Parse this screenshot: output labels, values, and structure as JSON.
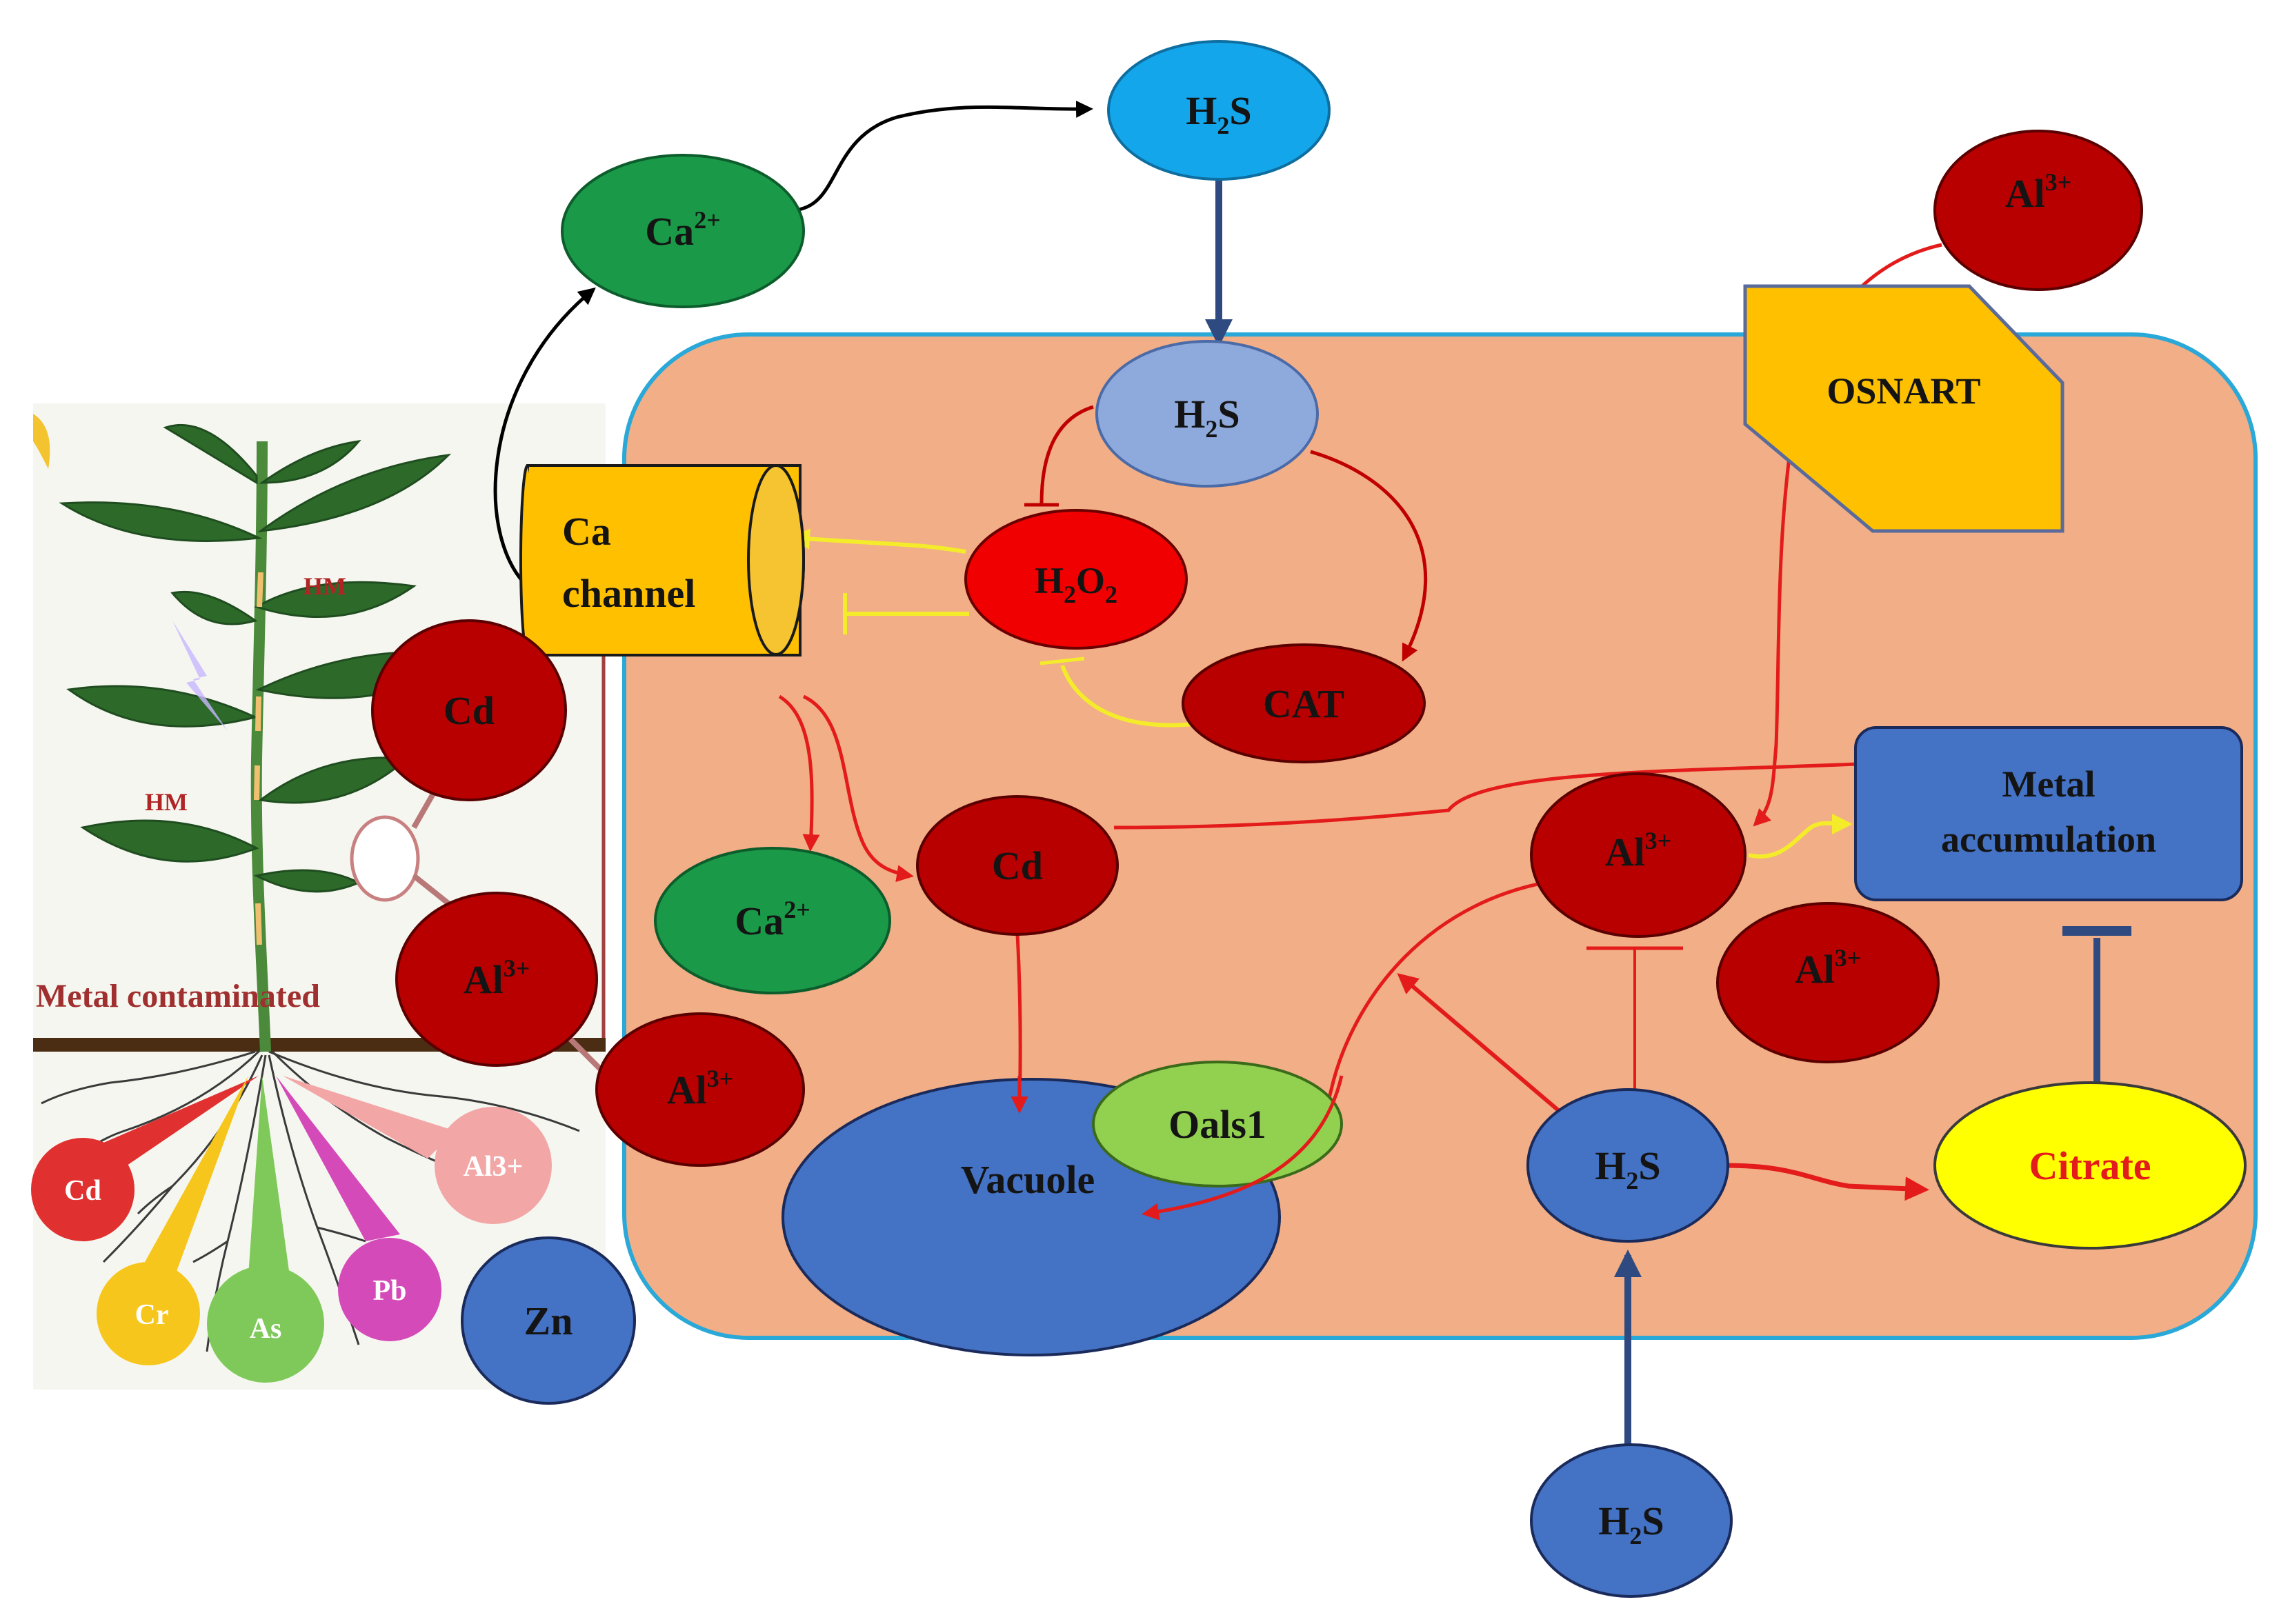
{
  "plant": {
    "hm_upper": "HM",
    "hm_lower": "HM",
    "soil_label": "Metal contaminated",
    "root_metals": [
      "Cd",
      "Cr",
      "As",
      "Pb",
      "Al3+"
    ]
  },
  "nodes": {
    "h2s_top": {
      "main": "H",
      "sub": "2",
      "tail": "S"
    },
    "ca_outside": {
      "main": "Ca",
      "sup": "2+"
    },
    "al_outside_top": {
      "main": "Al",
      "sup": "3+"
    },
    "osnart": "OSNART",
    "h2s_cell_top": {
      "main": "H",
      "sub": "2",
      "tail": "S"
    },
    "ca_channel": {
      "line1": "Ca",
      "line2": "channel"
    },
    "h2o2": {
      "h": "H",
      "sub1": "2",
      "o": "O",
      "sub2": "2"
    },
    "cat": "CAT",
    "cd_root": "Cd",
    "al_root": {
      "main": "Al",
      "sup": "3+"
    },
    "al_membrane": {
      "main": "Al",
      "sup": "3+"
    },
    "zn": "Zn",
    "ca_inside": {
      "main": "Ca",
      "sup": "2+"
    },
    "cd_inside": "Cd",
    "vacuole": "Vacuole",
    "oals1": "Oals1",
    "al_center": {
      "main": "Al",
      "sup": "3+"
    },
    "al_right": {
      "main": "Al",
      "sup": "3+"
    },
    "metal_accumulation": {
      "line1": "Metal",
      "line2": "accumulation"
    },
    "h2s_bottom_inside": {
      "main": "H",
      "sub": "2",
      "tail": "S"
    },
    "citrate": "Citrate",
    "h2s_bottom_outside": {
      "main": "H",
      "sub": "2",
      "tail": "S"
    }
  },
  "colors": {
    "cell_fill": "#f2ae86",
    "cell_border": "#2aa8d8",
    "dark_red": "#b80000",
    "green": "#1a9a48",
    "sky_blue": "#14a6ea",
    "light_blue": "#8eaadc",
    "blue": "#4472c4",
    "orange": "#ffc000",
    "yellow": "#ffff00",
    "lime": "#92d050",
    "red_arrow": "#e31b1b",
    "yellow_line": "#f4ec2a"
  }
}
